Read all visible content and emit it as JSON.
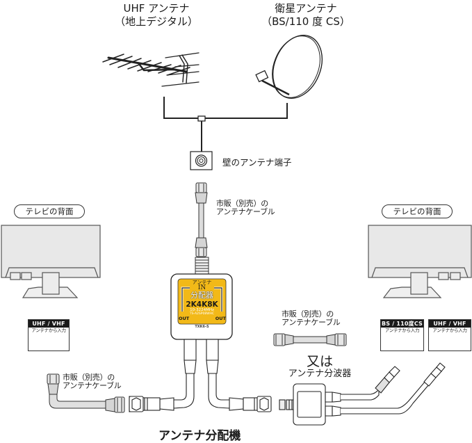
{
  "antennas": {
    "uhf": {
      "title": "UHF アンテナ",
      "subtitle": "（地上デジタル）"
    },
    "satellite": {
      "title": "衛星アンテナ",
      "subtitle": "（BS/110 度 CS）"
    }
  },
  "wall_outlet": {
    "label": "壁のアンテナ端子"
  },
  "cables": {
    "top": {
      "line1": "市販（別売）の",
      "line2": "アンテナケーブル"
    },
    "left": {
      "line1": "市販（別売）の",
      "line2": "アンテナケーブル"
    },
    "right": {
      "line1": "市販（別売）の",
      "line2": "アンテナケーブル"
    }
  },
  "alternative": {
    "or": "又は",
    "device": "アンテナ分波器"
  },
  "tv_left": {
    "label": "テレビの背面",
    "ports": [
      {
        "head": "UHF / VHF",
        "sub": "アンテナから入力"
      }
    ]
  },
  "tv_right": {
    "label": "テレビの背面",
    "ports": [
      {
        "head": "BS / 110度CS",
        "sub": "アンテナから入力"
      },
      {
        "head": "UHF / VHF",
        "sub": "アンテナから入力"
      }
    ]
  },
  "splitter": {
    "name": "アンテナ分配機",
    "panel": {
      "top": "アンテナ",
      "in": "IN",
      "type": "分配器",
      "spec": "2K4K8K",
      "freq": "10-3224MHz",
      "cert": "TS-A2SP08WHC",
      "out_left": "OUT",
      "out_right": "OUT",
      "model": "TXK6-S"
    },
    "panel_color": "#f2b918"
  }
}
